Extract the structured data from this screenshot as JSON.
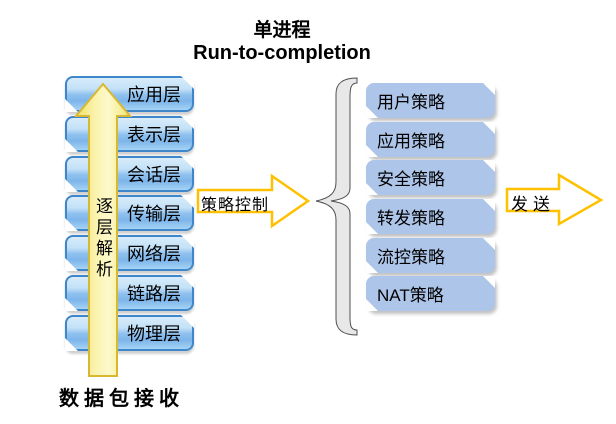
{
  "title": {
    "line1": "单进程",
    "line2": "Run-to-completion"
  },
  "osi_stack": {
    "items": [
      "应用层",
      "表示层",
      "会话层",
      "传输层",
      "网络层",
      "链路层",
      "物理层"
    ]
  },
  "up_arrow": {
    "chars": [
      "逐",
      "层",
      "解",
      "析"
    ],
    "caption": "数据包接收"
  },
  "policy_arrow": {
    "label": "策略控制"
  },
  "policy_stack": {
    "items": [
      "用户策略",
      "应用策略",
      "安全策略",
      "转发策略",
      "流控策略",
      "NAT策略"
    ]
  },
  "send_arrow": {
    "label": "发送"
  },
  "icons": {
    "up_arrow": "up-arrow-icon",
    "policy_arrow": "right-arrow-icon",
    "send_arrow": "right-arrow-icon",
    "brace": "left-curly-brace-icon"
  },
  "colors": {
    "osi_border": "#3f87cb",
    "osi_fill_top": "#d8ecfa",
    "osi_fill_bottom": "#7db5ea",
    "policy_fill": "#adc5e9",
    "up_arrow_fill": "#fbf5b0",
    "up_arrow_stroke": "#d9b831",
    "flow_arrow_stroke": "#ffc000",
    "brace_fill": "#e8e8e8",
    "text": "#000000",
    "background": "#ffffff"
  }
}
